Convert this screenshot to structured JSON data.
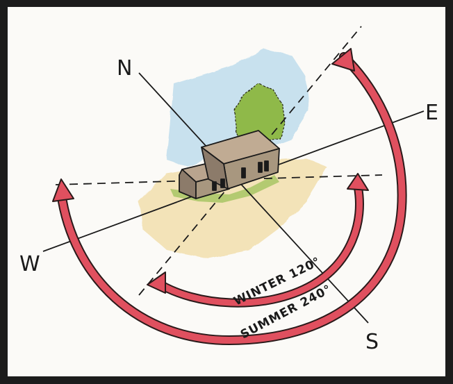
{
  "compass": {
    "north": "N",
    "east": "E",
    "south": "S",
    "west": "W"
  },
  "arcs": {
    "winter": "WINTER 120°",
    "summer": "SUMMER 240°"
  },
  "colors": {
    "arc_fill": "#e0505f",
    "arc_stroke": "#2a1a1a",
    "sky": "#bcdcec",
    "ground": "#f2dfae",
    "tree": "#8fb94a",
    "house_roof": "#b9a48e",
    "house_wall": "#9b8a78"
  }
}
